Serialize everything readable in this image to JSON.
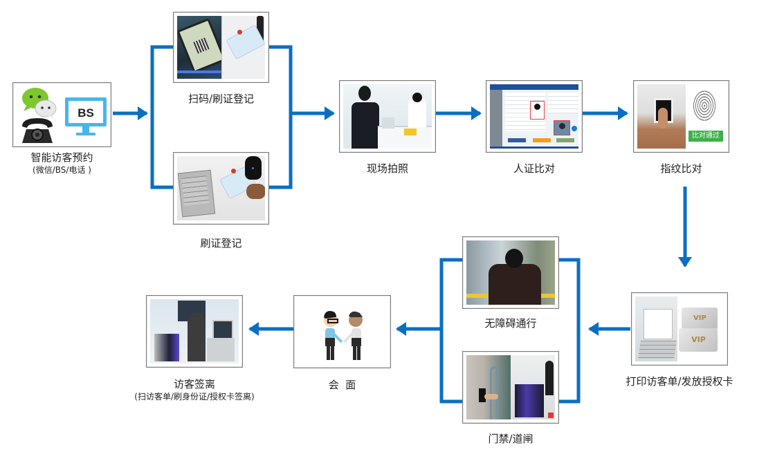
{
  "title": "访客管理流程",
  "colors": {
    "connector": "#0a6fc2",
    "frame_border": "#7a7a7a",
    "pass_badge": "#3db04a",
    "bs_monitor": "#47b6ea"
  },
  "steps": {
    "booking": {
      "label": "智能访客预约",
      "sub": "(微信/BS/电话 )",
      "monitor_text": "BS",
      "icons": [
        "wechat-icon",
        "phone-icon",
        "monitor-icon"
      ]
    },
    "scan_register": {
      "label": "扫码/刷证登记"
    },
    "id_register": {
      "label": "刷证登记"
    },
    "photo": {
      "label": "现场拍照"
    },
    "id_match": {
      "label": "人证比对"
    },
    "fingerprint": {
      "label": "指纹比对",
      "badge": "比对通过"
    },
    "print_card": {
      "label": "打印访客单/发放授权卡",
      "card_text": "VIP"
    },
    "barrier_free": {
      "label": "无障碍通行"
    },
    "access_gate": {
      "label": "门禁/道闸"
    },
    "meeting": {
      "label": "会  面"
    },
    "checkout": {
      "label": "访客签离",
      "sub": "(扫访客单/刷身份证/授权卡签离)"
    }
  }
}
